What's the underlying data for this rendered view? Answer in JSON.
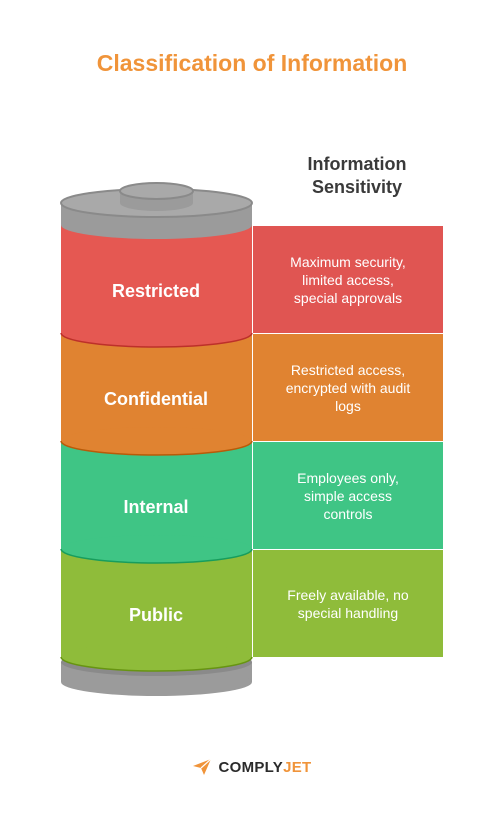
{
  "title": "Classification of Information",
  "right_heading": "Information\nSensitivity",
  "levels": [
    {
      "label": "Restricted",
      "description": "Maximum security,\nlimited access,\nspecial approvals",
      "color": "#e55852",
      "box_color": "#e05552"
    },
    {
      "label": "Confidential",
      "description": "Restricted access,\nencrypted with audit\nlogs",
      "color": "#e08331",
      "box_color": "#e08331"
    },
    {
      "label": "Internal",
      "description": "Employees only,\nsimple access\ncontrols",
      "color": "#3fc585",
      "box_color": "#3fc585"
    },
    {
      "label": "Public",
      "description": "Freely available, no\nspecial handling",
      "color": "#8fbc3a",
      "box_color": "#8fbc3a"
    }
  ],
  "cylinder_cap_color": "#9b9b9b",
  "footer": {
    "logo_icon": "paper-plane-icon",
    "brand_main": "COMPLY",
    "brand_accent": "JET",
    "accent_color": "#f0943a"
  }
}
